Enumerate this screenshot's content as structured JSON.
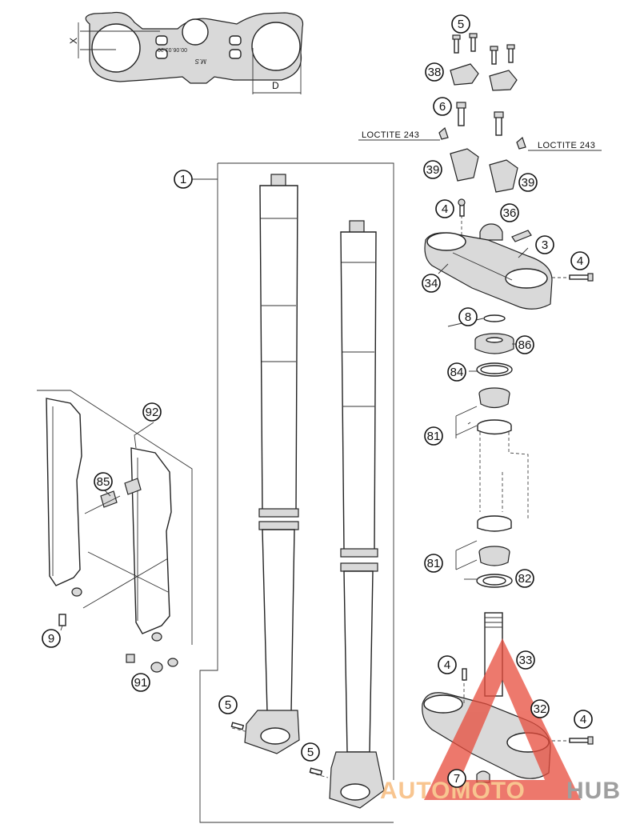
{
  "callouts": [
    {
      "label": "5"
    },
    {
      "label": "38"
    },
    {
      "label": "6"
    },
    {
      "label": "39"
    },
    {
      "label": "39"
    },
    {
      "label": "4"
    },
    {
      "label": "36"
    },
    {
      "label": "3"
    },
    {
      "label": "4"
    },
    {
      "label": "34"
    },
    {
      "label": "8"
    },
    {
      "label": "86"
    },
    {
      "label": "84"
    },
    {
      "label": "81"
    },
    {
      "label": "81"
    },
    {
      "label": "82"
    },
    {
      "label": "1"
    },
    {
      "label": "92"
    },
    {
      "label": "85"
    },
    {
      "label": "9"
    },
    {
      "label": "91"
    },
    {
      "label": "5"
    },
    {
      "label": "5"
    },
    {
      "label": "4"
    },
    {
      "label": "33"
    },
    {
      "label": "32"
    },
    {
      "label": "4"
    },
    {
      "label": "7"
    }
  ],
  "notes": {
    "loctite_left": "LOCTITE 243",
    "loctite_right": "LOCTITE 243"
  },
  "dimensions": {
    "x_label": "X",
    "d_label": "D"
  },
  "clamp_engraving": {
    "line1": "00.06.03.20",
    "line2": "M.S"
  },
  "watermark": {
    "part_a": "AUTOMOTO",
    "part_b": "HUB",
    "accent": "#e74c3c",
    "accent_light": "#f6b26b",
    "gray": "#7f7f7f"
  }
}
